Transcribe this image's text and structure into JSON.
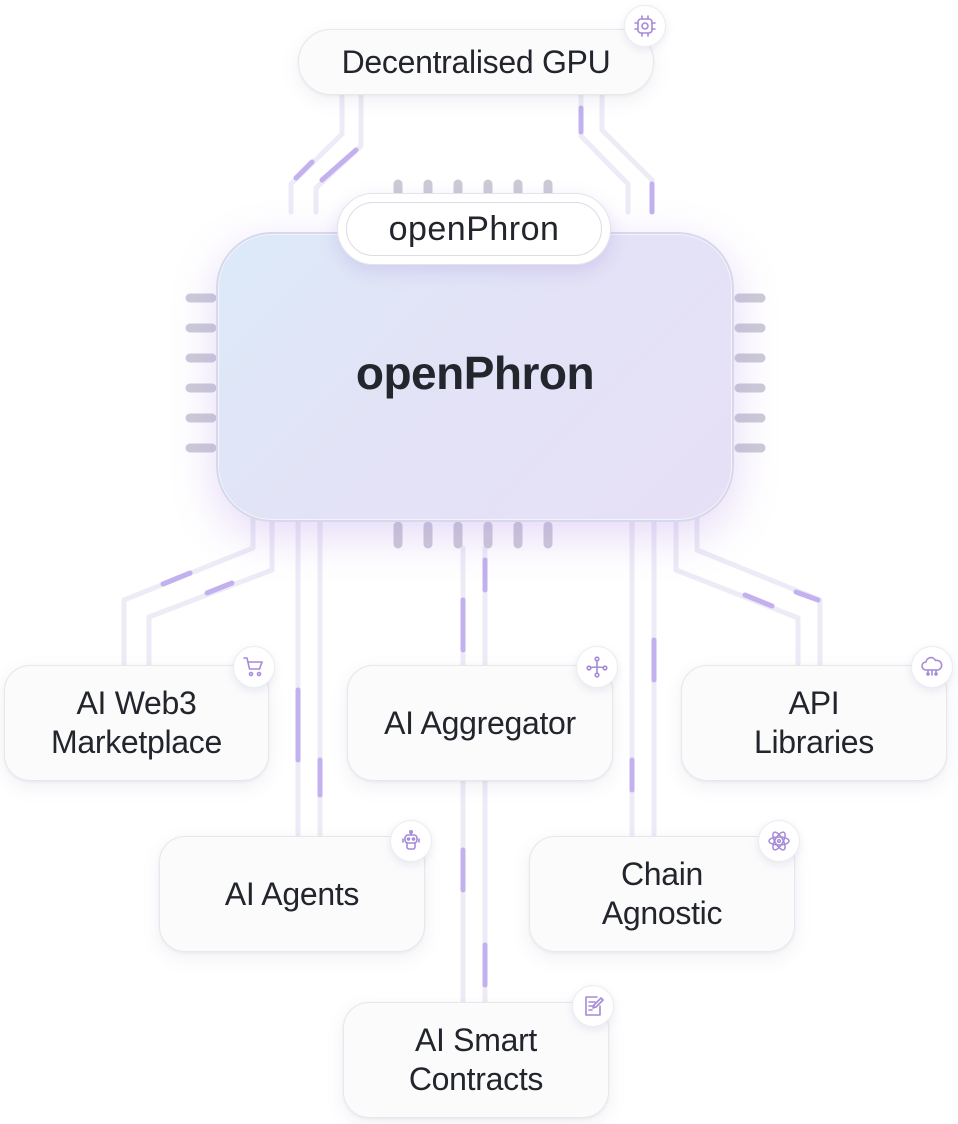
{
  "chip": {
    "title": "openPhron",
    "logo_text": "openPhron"
  },
  "nodes": {
    "gpu": {
      "label": "Decentralised GPU",
      "icon": "cpu-chip-icon"
    },
    "marketplace": {
      "label": "AI Web3\nMarketplace",
      "icon": "shopping-cart-icon"
    },
    "aggregator": {
      "label": "AI Aggregator",
      "icon": "branching-nodes-icon"
    },
    "api": {
      "label": "API\nLibraries",
      "icon": "cloud-network-icon"
    },
    "agents": {
      "label": "AI Agents",
      "icon": "robot-icon"
    },
    "chain": {
      "label": "Chain\nAgnostic",
      "icon": "atom-icon"
    },
    "contracts": {
      "label": "AI Smart\nContracts",
      "icon": "document-edit-icon"
    }
  },
  "colors": {
    "wire": "#ecebf6",
    "wire_glow": "#c3b0ee",
    "pin": "#cbcbd7",
    "icon": "#a58ad8",
    "chip_gradient": [
      "#dceaf8",
      "#e7e0f6"
    ]
  }
}
